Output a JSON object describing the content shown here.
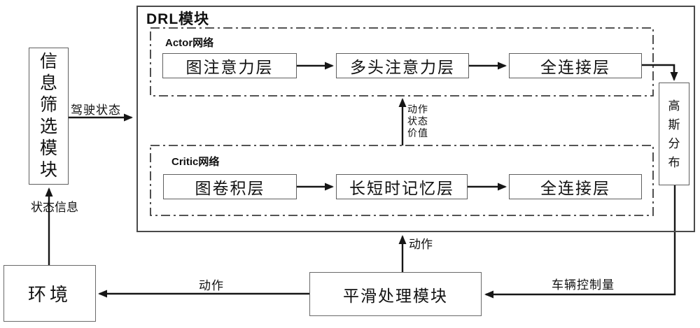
{
  "diagram": {
    "title": "DRL模块",
    "actor": {
      "label": "Actor网络",
      "layers": [
        "图注意力层",
        "多头注意力层",
        "全连接层"
      ]
    },
    "critic": {
      "label": "Critic网络",
      "layers": [
        "图卷积层",
        "长短时记忆层",
        "全连接层"
      ]
    },
    "nodes": {
      "info_filter": "信息筛选模块",
      "gaussian": "高斯分布",
      "environment": "环境",
      "smoothing": "平滑处理模块"
    },
    "edge_labels": {
      "driving_state": "驾驶状态",
      "state_info": "状态信息",
      "action_state_value": "动作\n状态\n价值",
      "action_up": "动作",
      "action_left": "动作",
      "vehicle_control": "车辆控制量"
    },
    "colors": {
      "line": "#161616",
      "dashed_border": "#3c3c3c",
      "box_border": "#5f5f5f",
      "outer_border": "#4a4a4a",
      "background": "#ffffff"
    }
  }
}
